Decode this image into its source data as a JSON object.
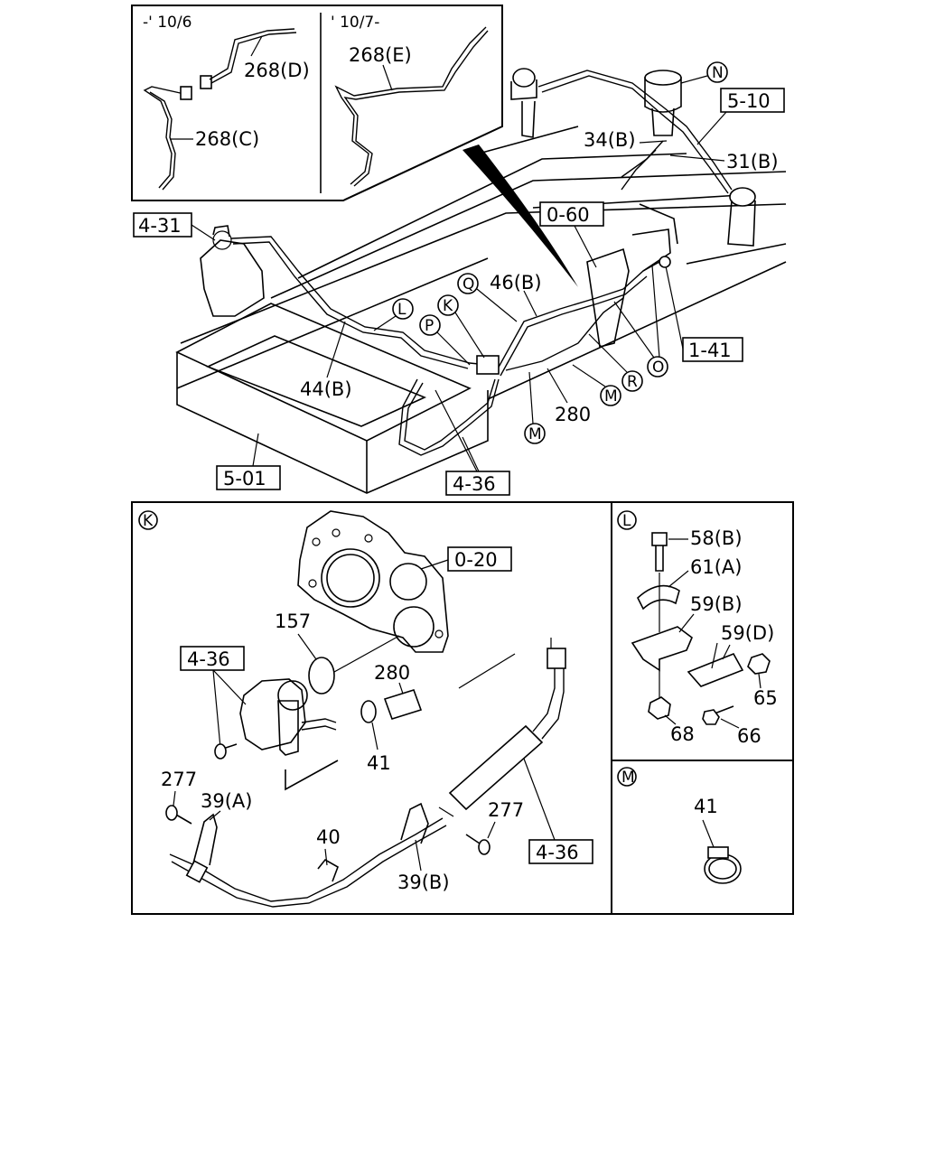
{
  "inset_top": {
    "left_period": "-' 10/6",
    "right_period": "' 10/7-",
    "parts": [
      "268(D)",
      "268(C)",
      "268(E)"
    ]
  },
  "main_view": {
    "ref_boxes": [
      "4-31",
      "5-10",
      "0-60",
      "1-41",
      "5-01",
      "4-36"
    ],
    "part_labels": [
      "34(B)",
      "31(B)",
      "46(B)",
      "44(B)",
      "280"
    ],
    "callouts": [
      "N",
      "L",
      "K",
      "Q",
      "P",
      "M",
      "R",
      "O",
      "M",
      "O"
    ]
  },
  "detail_k": {
    "marker": "K",
    "ref_boxes": [
      "0-20",
      "4-36",
      "4-36"
    ],
    "part_labels": [
      "157",
      "280",
      "41",
      "277",
      "39(A)",
      "40",
      "39(B)",
      "277"
    ]
  },
  "detail_l": {
    "marker": "L",
    "part_labels": [
      "58(B)",
      "61(A)",
      "59(B)",
      "59(D)",
      "65",
      "68",
      "66"
    ]
  },
  "detail_m": {
    "marker": "M",
    "part_labels": [
      "41"
    ]
  }
}
